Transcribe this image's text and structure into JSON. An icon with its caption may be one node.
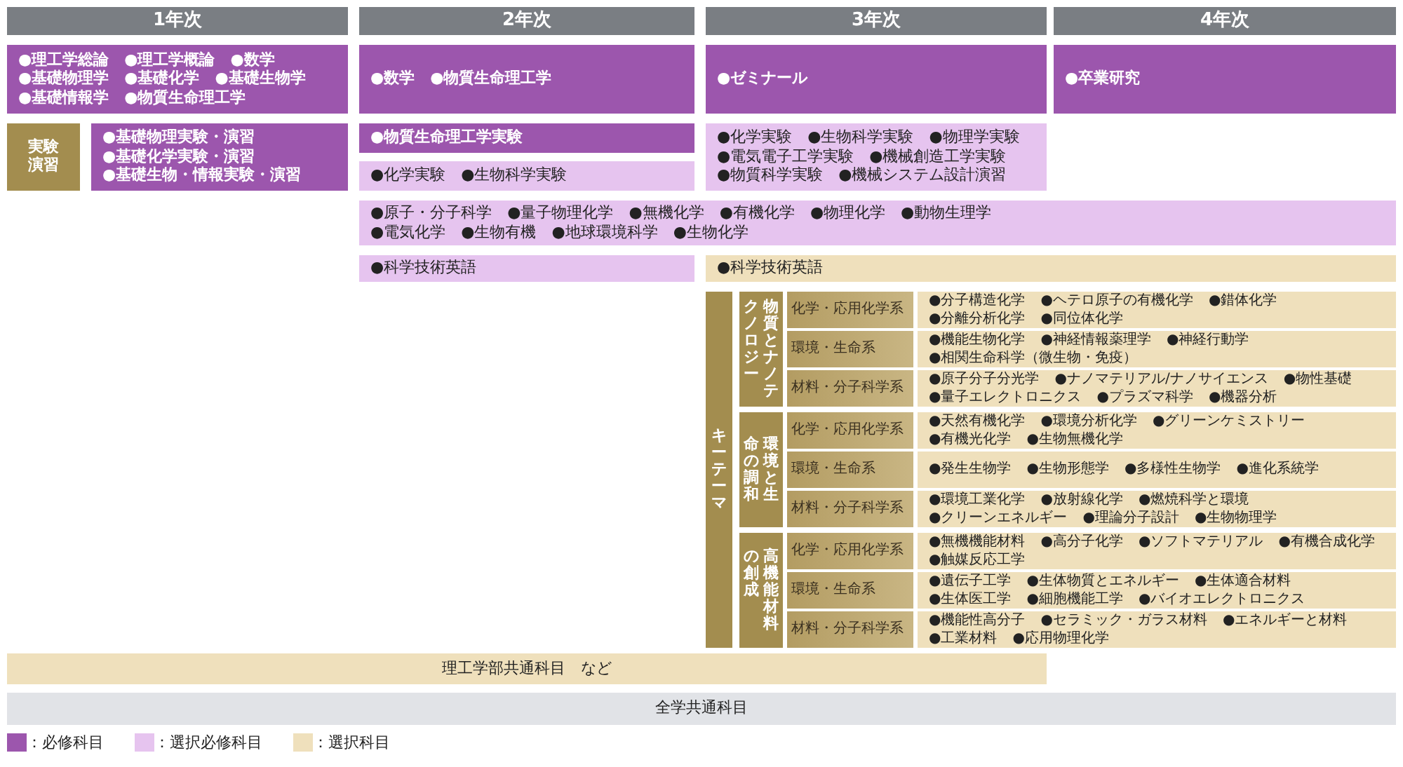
{
  "diagram": {
    "nodes": [
      {
        "text": [
          "1年次"
        ]
      },
      {
        "text": [
          "2年次"
        ]
      },
      {
        "text": [
          "3年次"
        ]
      },
      {
        "text": [
          "4年次"
        ]
      },
      {
        "text": [
          "●理工学総論",
          "●理工学概論",
          "●数学",
          "●基礎物理学",
          "●基礎化学",
          "●基礎生物学",
          "●基礎情報学",
          "●物質生命理工学"
        ]
      },
      {
        "text": [
          "●数学",
          "●物質生命理工学"
        ]
      },
      {
        "text": [
          "●ゼミナール"
        ]
      },
      {
        "text": [
          "●卒業研究"
        ]
      },
      {
        "text": [
          "実験演習"
        ]
      },
      {
        "text": [
          "●基礎物理実験・演習",
          "●基礎化学実験・演習",
          "●基礎生物・情報実験・演習"
        ]
      },
      {
        "text": [
          "●物質生命理工学実験"
        ]
      },
      {
        "text": [
          "●化学実験",
          "●生物科学実験",
          "●物理学実験",
          "●電気電子工学実験",
          "●機械創造工学実験",
          "●物質科学実験",
          "●機械システム設計演習"
        ]
      },
      {
        "text": [
          "●化学実験",
          "●生物科学実験"
        ]
      },
      {
        "text": [
          "●原子・分子科学",
          "●量子物理化学",
          "●無機化学",
          "●有機化学",
          "●物理化学",
          "●動物生理学",
          "●電気化学",
          "●生物有機",
          "●地球環境科学",
          "●生物化学"
        ]
      },
      {
        "text": [
          "●科学技術英語"
        ]
      },
      {
        "text": [
          "●科学技術英語"
        ]
      },
      {
        "text": [
          "キーテーマ"
        ]
      },
      {
        "text": [
          "物質とナノテクノロジー"
        ]
      },
      {
        "text": [
          "化学・応用化学系"
        ]
      },
      {
        "text": [
          "●分子構造化学",
          "●ヘテロ原子の有機化学",
          "●錯体化学",
          "●分離分析化学",
          "●同位体化学"
        ]
      },
      {
        "text": [
          "環境・生命系"
        ]
      },
      {
        "text": [
          "●機能生物化学",
          "●神経情報薬理学",
          "●神経行動学",
          "●相関生命科学（微生物・免疫）"
        ]
      },
      {
        "text": [
          "材料・分子科学系"
        ]
      },
      {
        "text": [
          "●原子分子分光学",
          "●ナノマテリアル/ナノサイエンス",
          "●物性基礎",
          "●量子エレクトロニクス",
          "●プラズマ科学",
          "●機器分析"
        ]
      },
      {
        "text": [
          "環境と生命の調和"
        ]
      },
      {
        "text": [
          "化学・応用化学系"
        ]
      },
      {
        "text": [
          "●天然有機化学",
          "●環境分析化学",
          "●グリーンケミストリー",
          "●有機光化学",
          "●生物無機化学"
        ]
      },
      {
        "text": [
          "環境・生命系"
        ]
      },
      {
        "text": [
          "●発生生物学",
          "●生物形態学",
          "●多様性生物学",
          "●進化系統学"
        ]
      },
      {
        "text": [
          "材料・分子科学系"
        ]
      },
      {
        "text": [
          "●環境工業化学",
          "●放射線化学",
          "●燃焼科学と環境",
          "●クリーンエネルギー",
          "●理論分子設計",
          "●生物物理学"
        ]
      },
      {
        "text": [
          "高機能材料の創成"
        ]
      },
      {
        "text": [
          "化学・応用化学系"
        ]
      },
      {
        "text": [
          "●無機機能材料",
          "●高分子化学",
          "●ソフトマテリアル",
          "●有機合成化学",
          "●触媒反応工学"
        ]
      },
      {
        "text": [
          "環境・生命系"
        ]
      },
      {
        "text": [
          "●遺伝子工学",
          "●生体物質とエネルギー",
          "●生体適合材料",
          "●生体医工学",
          "●細胞機能工学",
          "●バイオエレクトロニクス"
        ]
      },
      {
        "text": [
          "材料・分子科学系"
        ]
      },
      {
        "text": [
          "●機能性高分子",
          "●セラミック・ガラス材料",
          "●エネルギーと材料",
          "●工業材料",
          "●応用物理化学"
        ]
      },
      {
        "text": [
          "理工学部共通科目　など"
        ]
      },
      {
        "text": [
          "全学共通科目"
        ]
      }
    ],
    "legend": [
      {
        "text": "：必修科目",
        "color": "#9c56ad"
      },
      {
        "text": "：選択必修科目",
        "color": "#e6c4ef"
      },
      {
        "text": "：選択科目",
        "color": "#efe0bc"
      }
    ]
  }
}
